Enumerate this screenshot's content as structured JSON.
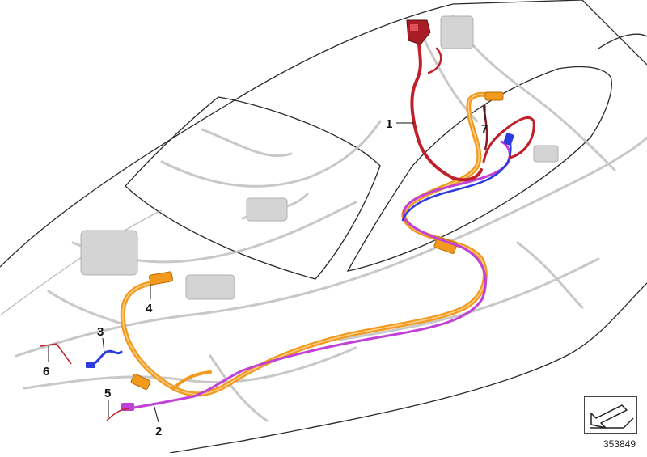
{
  "diagram": {
    "callouts": [
      {
        "id": "1",
        "label": "1"
      },
      {
        "id": "2",
        "label": "2"
      },
      {
        "id": "3",
        "label": "3"
      },
      {
        "id": "4",
        "label": "4"
      },
      {
        "id": "5",
        "label": "5"
      },
      {
        "id": "6",
        "label": "6"
      },
      {
        "id": "7",
        "label": "7"
      }
    ],
    "document_number": "353849",
    "harness_colors": {
      "orange": "#f39a1e",
      "purple": "#c040d8",
      "blue": "#2d3ce0",
      "red": "#c0202a",
      "dark_red": "#8a1a20",
      "grey": "#c8c8c8"
    },
    "icons": [
      "car-outline",
      "nav-arrow-icon"
    ]
  }
}
